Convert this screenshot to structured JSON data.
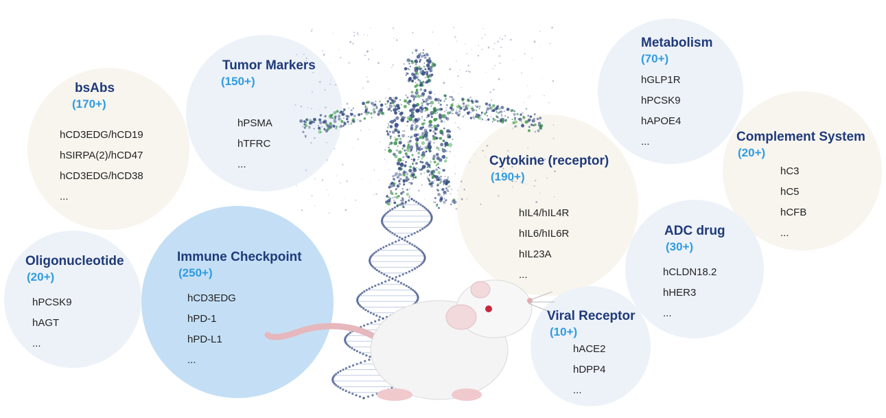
{
  "colors": {
    "title": "#1f3a7a",
    "count": "#2f9be0",
    "item_text": "#222222",
    "bubble_beige": "#f7f5ee",
    "bubble_pale_blue": "#edf2f9",
    "bubble_blue": "#c4dff5",
    "figure_dots": "#3a4f86",
    "figure_green": "#3f9a4a"
  },
  "illustration": {
    "figure": "dna-human-figure",
    "animal": "white-rat"
  },
  "categories": [
    {
      "id": "bsabs",
      "title": "bsAbs",
      "count": "(170+)",
      "items": [
        "hCD3EDG/hCD19",
        "hSIRPA(2)/hCD47",
        "hCD3EDG/hCD38",
        "..."
      ]
    },
    {
      "id": "tumor-markers",
      "title": "Tumor Markers",
      "count": "(150+)",
      "items": [
        "hPSMA",
        "hTFRC",
        "..."
      ]
    },
    {
      "id": "metabolism",
      "title": "Metabolism",
      "count": "(70+)",
      "items": [
        "hGLP1R",
        "hPCSK9",
        "hAPOE4",
        "..."
      ]
    },
    {
      "id": "complement-system",
      "title": "Complement System",
      "count": "(20+)",
      "items": [
        "hC3",
        "hC5",
        "hCFB",
        "..."
      ]
    },
    {
      "id": "cytokine-receptor",
      "title": "Cytokine (receptor)",
      "count": "(190+)",
      "items": [
        "hIL4/hIL4R",
        "hIL6/hIL6R",
        "hIL23A",
        "..."
      ]
    },
    {
      "id": "oligonucleotide",
      "title": "Oligonucleotide",
      "count": "(20+)",
      "items": [
        "hPCSK9",
        "hAGT",
        "..."
      ]
    },
    {
      "id": "immune-checkpoint",
      "title": "Immune Checkpoint",
      "count": "(250+)",
      "items": [
        "hCD3EDG",
        "hPD-1",
        "hPD-L1",
        "..."
      ]
    },
    {
      "id": "adc-drug",
      "title": "ADC drug",
      "count": "(30+)",
      "items": [
        "hCLDN18.2",
        "hHER3",
        "..."
      ]
    },
    {
      "id": "viral-receptor",
      "title": "Viral Receptor",
      "count": "(10+)",
      "items": [
        "hACE2",
        "hDPP4",
        "..."
      ]
    }
  ]
}
